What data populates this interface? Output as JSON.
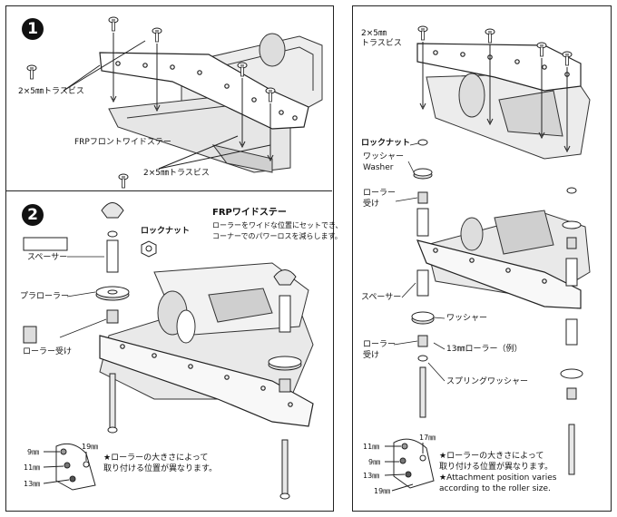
{
  "steps": {
    "one": "1",
    "two": "2"
  },
  "labels": {
    "screw_a": "2×5㎜トラスビス",
    "front_stay": "FRPフロントワイドステー",
    "screw_b": "2×5㎜トラスビス",
    "spacer": "スペーサー",
    "plastic_roller": "プラローラー",
    "roller_holder": "ローラー受け",
    "locknut_left": "ロックナット"
  },
  "wide_stay_note": {
    "title": "FRPワイドステー",
    "line1": "ローラーをワイドな位置にセットでき、",
    "line2": "コーナーでのパワーロスを減らします。"
  },
  "left_sizes": {
    "s9": "9㎜",
    "s11": "11㎜",
    "s13": "13㎜",
    "s19": "19㎜"
  },
  "left_note": {
    "line1": "★ローラーの大きさによって",
    "line2": "取り付ける位置が異なります。"
  },
  "right_labels": {
    "screw_line1": "2×5㎜",
    "screw_line2": "トラスビス",
    "locknut": "ロックナット",
    "washer_jp": "ワッシャー",
    "washer_en": "Washer",
    "roller_holder_line1": "ローラー",
    "roller_holder_line2": "受け",
    "spacer": "スペーサー",
    "washer2": "ワッシャー",
    "roller_holder2_line1": "ローラー",
    "roller_holder2_line2": "受け",
    "roller13": "13㎜ローラー（例）",
    "spring_washer": "スプリングワッシャー"
  },
  "right_sizes": {
    "s11": "11㎜",
    "s9": "9㎜",
    "s13": "13㎜",
    "s19": "19㎜",
    "s17": "17㎜"
  },
  "right_note": {
    "line1": "★ローラーの大きさによって",
    "line2": "取り付ける位置が異なります。",
    "line3": "★Attachment position varies",
    "line4": "according to the roller size."
  }
}
